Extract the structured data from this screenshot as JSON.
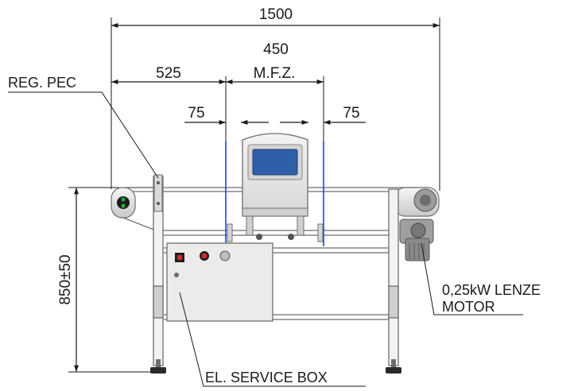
{
  "dimensions": {
    "overall_length": "1500",
    "mfz_width": "450",
    "mfz_label": "M.F.Z.",
    "inlet_length": "525",
    "left_clearance": "75",
    "right_clearance": "75",
    "height": "850±50"
  },
  "callouts": {
    "sensor": "REG. PEC",
    "motor_line1": "0,25kW LENZE",
    "motor_line2": "MOTOR",
    "service_box": "EL. SERVICE BOX"
  },
  "colors": {
    "line": "#1a1a1a",
    "frame": "#6e6e6e",
    "panel": "#ecebea",
    "screen": "#2f5fa8",
    "field_line": "#1f3fff",
    "button_red": "#d42a2a",
    "indicator_green": "#1fa83a"
  }
}
